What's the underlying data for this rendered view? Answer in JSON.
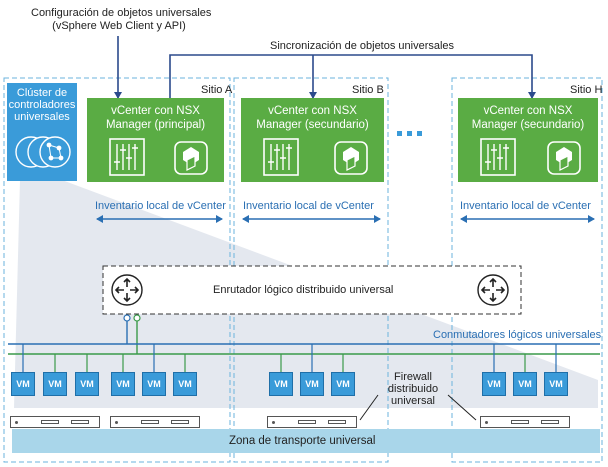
{
  "config_label": {
    "line1": "Configuración de objetos universales",
    "line2": "(vSphere Web Client y API)"
  },
  "sync_label": "Sincronización de objetos universales",
  "cluster": {
    "line1": "Clúster de",
    "line2": "controladores",
    "line3": "universales"
  },
  "sites": [
    {
      "label": "Sitio A",
      "vc_line1": "vCenter con NSX",
      "vc_line2": "Manager (principal)",
      "inventory": "Inventario local de vCenter"
    },
    {
      "label": "Sitio B",
      "vc_line1": "vCenter con NSX",
      "vc_line2": "Manager (secundario)",
      "inventory": "Inventario local de vCenter"
    },
    {
      "label": "Sitio H",
      "vc_line1": "vCenter con NSX",
      "vc_line2": "Manager (secundario)",
      "inventory": "Inventario local de vCenter"
    }
  ],
  "ellipsis": "...",
  "router_label": "Enrutador lógico distribuido universal",
  "switches_label": "Conmutadores lógicos universales",
  "vm_label": "VM",
  "firewall": {
    "line1": "Firewall",
    "line2": "distribuido",
    "line3": "universal"
  },
  "transport_zone": "Zona de transporte universal",
  "colors": {
    "vcenter_green": "#5aac44",
    "cluster_blue": "#3a9bd9",
    "arrow_navy": "#2b4a8c",
    "switch_blue": "#2a6fb3",
    "switch_green": "#3a9a4a",
    "zone_fill": "#a9d6ea",
    "cone_fill": "#dfe4ec"
  }
}
